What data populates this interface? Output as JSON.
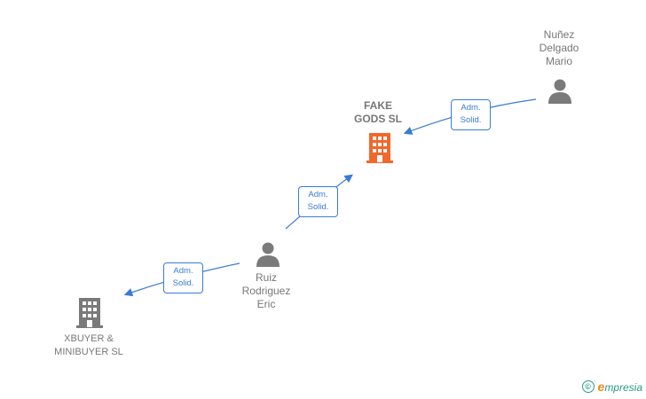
{
  "nodes": {
    "nunez": {
      "label": "Nuñez\nDelgado\nMario"
    },
    "fake_gods": {
      "label": "FAKE\nGODS  SL"
    },
    "ruiz": {
      "label": "Ruiz\nRodriguez\nEric"
    },
    "xbuyer": {
      "label": "XBUYER &\nMINIBUYER  SL"
    }
  },
  "edges": [
    {
      "line1": "Adm.",
      "line2": "Solid."
    },
    {
      "line1": "Adm.",
      "line2": "Solid."
    },
    {
      "line1": "Adm.",
      "line2": "Solid."
    }
  ],
  "colors": {
    "edge": "#3a7bd5",
    "person_icon": "#7a7a7a",
    "company_icon": "#7a7a7a",
    "focus_company_icon": "#f2672a"
  },
  "brand": {
    "copyright_symbol": "©",
    "initial": "e",
    "name": "mpresia"
  }
}
